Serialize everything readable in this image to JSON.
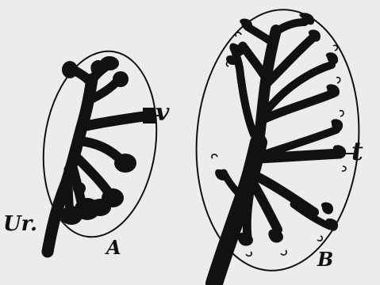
{
  "labels": {
    "ureter": "Ur.",
    "v": "v",
    "figure_a": "A",
    "t": "t",
    "figure_b": "B"
  },
  "colors": {
    "background": "#ececec",
    "ink": "#111111"
  }
}
